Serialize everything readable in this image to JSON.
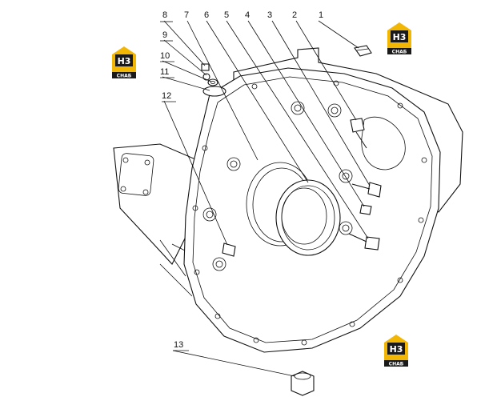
{
  "callouts": [
    "1",
    "2",
    "3",
    "4",
    "5",
    "6",
    "7",
    "8",
    "9",
    "10",
    "11",
    "12",
    "13"
  ],
  "logo": {
    "mark": "H3",
    "caption": "CHAБ",
    "gold": "#f2b705",
    "dark": "#1a1a1a"
  },
  "colors": {
    "line": "#111111",
    "background": "#ffffff"
  }
}
